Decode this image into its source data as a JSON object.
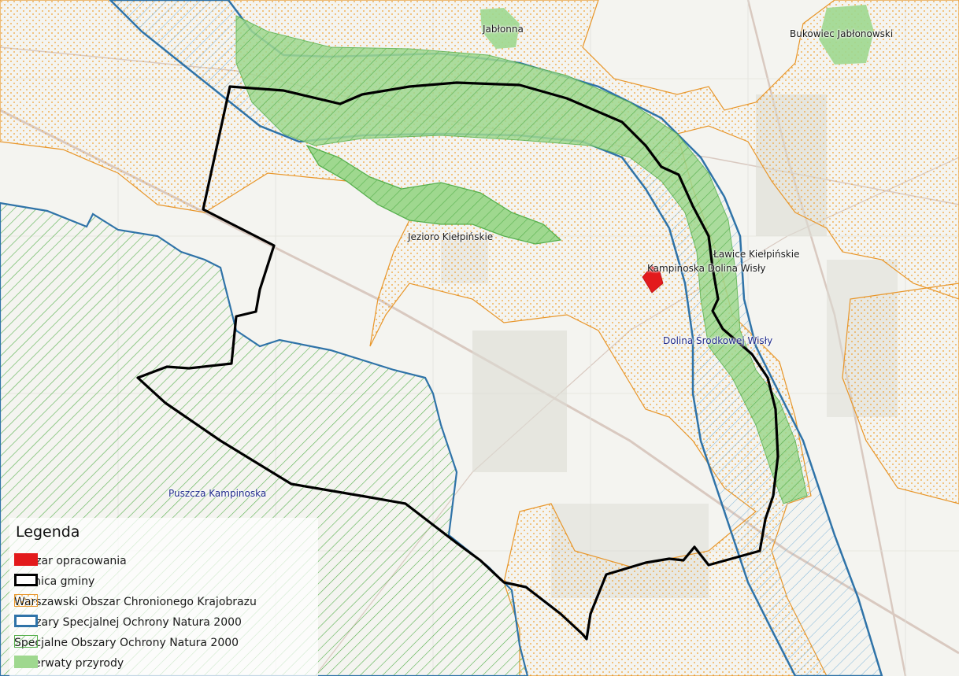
{
  "colors": {
    "study_area": "#e31a1c",
    "boundary": "#000000",
    "wochk": "#f0a030",
    "oso": "#2f73a8",
    "soo": "#57b04d",
    "reserve": "#9fd88f"
  },
  "labels": {
    "jablonna": "Jabłonna",
    "bukowiec": "Bukowiec Jabłonowski",
    "jezioro": "Jezioro Kiełpińskie",
    "lawice": "Ławice Kiełpińskie",
    "kampinoska_dolina": "Kampinoska Dolina Wisły",
    "dolina_srodkowej": "Dolina Środkowej Wisły",
    "puszcza": "Puszcza Kampinoska"
  },
  "legend": {
    "title": "Legenda",
    "items": [
      {
        "label": "Obszar opracowania",
        "swatch": "study_area"
      },
      {
        "label": "Granica gminy",
        "swatch": "boundary"
      },
      {
        "label": "Warszawski Obszar Chronionego Krajobrazu",
        "swatch": "wochk"
      },
      {
        "label": "Obszary Specjalnej Ochrony Natura 2000",
        "swatch": "oso"
      },
      {
        "label": "Specjalne Obszary Ochrony Natura 2000",
        "swatch": "soo"
      },
      {
        "label": "Rezerwaty przyrody",
        "swatch": "reserve"
      }
    ]
  }
}
